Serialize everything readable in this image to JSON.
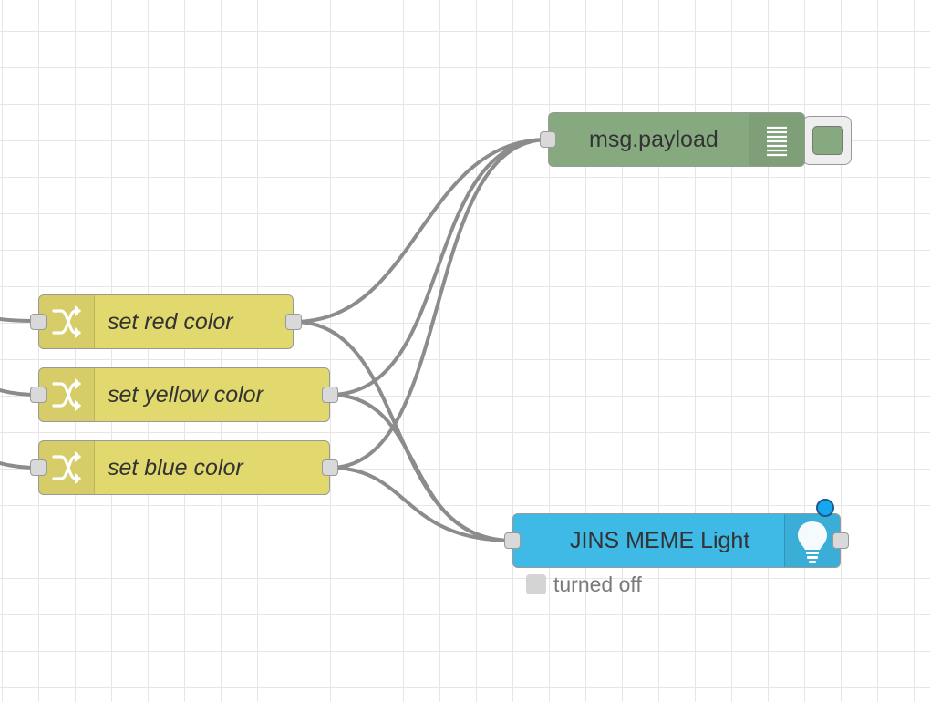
{
  "nodes": {
    "debug": {
      "label": "msg.payload",
      "icon": "debug-list-icon",
      "color": "#87a980"
    },
    "change_red": {
      "label": "set red color",
      "icon": "shuffle-icon",
      "color": "#e2d96e"
    },
    "change_yellow": {
      "label": "set yellow color",
      "icon": "shuffle-icon",
      "color": "#e2d96e"
    },
    "change_blue": {
      "label": "set blue color",
      "icon": "shuffle-icon",
      "color": "#e2d96e"
    },
    "light": {
      "label": "JINS MEME Light",
      "icon": "lightbulb-icon",
      "color": "#3fb9e6",
      "status": "turned off"
    }
  },
  "wires": [
    {
      "from": "left-offscreen",
      "to": "set red color"
    },
    {
      "from": "left-offscreen",
      "to": "set yellow color"
    },
    {
      "from": "left-offscreen",
      "to": "set blue color"
    },
    {
      "from": "set red color",
      "to": "msg.payload"
    },
    {
      "from": "set yellow color",
      "to": "msg.payload"
    },
    {
      "from": "set blue color",
      "to": "msg.payload"
    },
    {
      "from": "set red color",
      "to": "JINS MEME Light"
    },
    {
      "from": "set yellow color",
      "to": "JINS MEME Light"
    },
    {
      "from": "set blue color",
      "to": "JINS MEME Light"
    }
  ]
}
